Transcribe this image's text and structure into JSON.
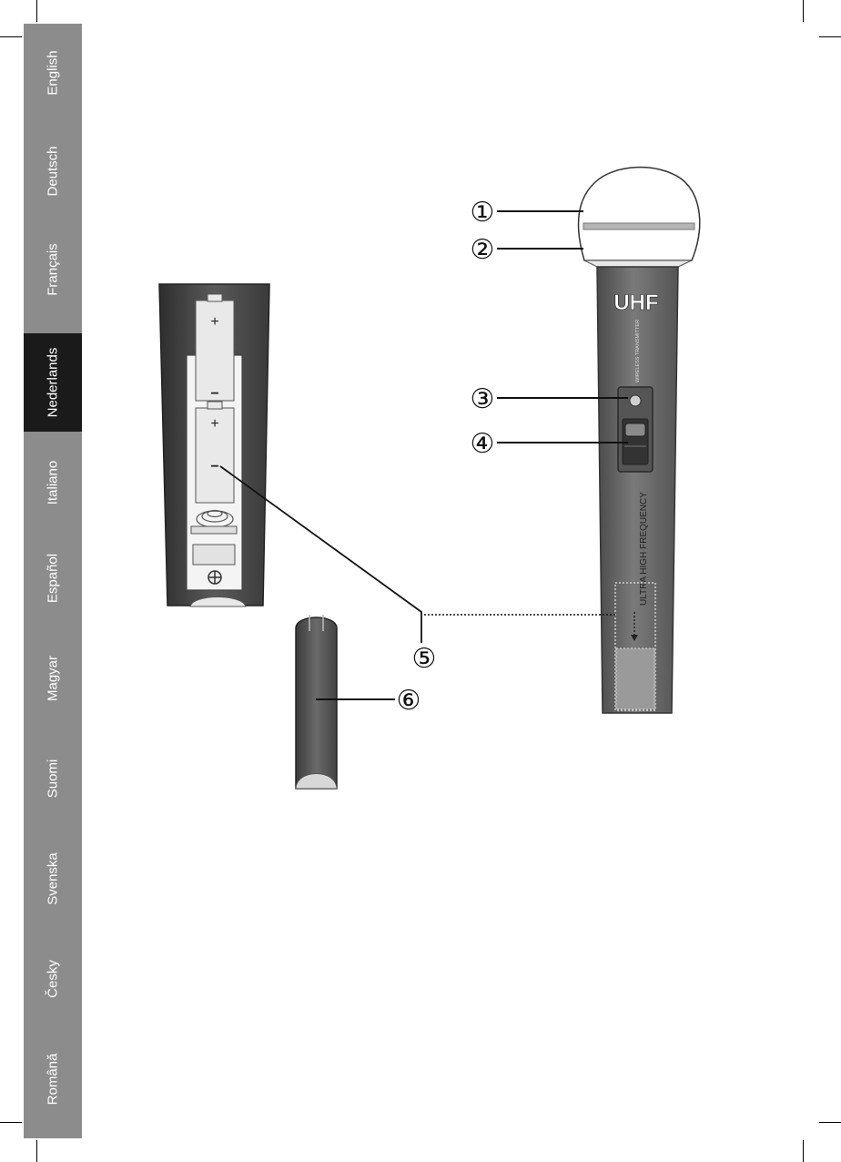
{
  "languages": [
    {
      "label": "English",
      "active": false
    },
    {
      "label": "Deutsch",
      "active": false
    },
    {
      "label": "Français",
      "active": false
    },
    {
      "label": "Nederlands",
      "active": true
    },
    {
      "label": "Italiano",
      "active": false
    },
    {
      "label": "Español",
      "active": false
    },
    {
      "label": "Magyar",
      "active": false
    },
    {
      "label": "Suomi",
      "active": false
    },
    {
      "label": "Svenska",
      "active": false
    },
    {
      "label": "Česky",
      "active": false
    },
    {
      "label": "Română",
      "active": false
    }
  ],
  "microphone": {
    "brand_label": "UHF",
    "side_text": "ULTRA HIGH FREQUENCY",
    "small_text": "WIRELESS TRANSMITTER"
  },
  "callouts": [
    "①",
    "②",
    "③",
    "④",
    "⑤",
    "⑥"
  ],
  "battery": {
    "plus": "+",
    "minus": "−",
    "ground": "⊕"
  },
  "colors": {
    "sidebar": "#8c8c8c",
    "active_tab": "#1a1a1a",
    "body_gray": "#6e6e6e"
  }
}
